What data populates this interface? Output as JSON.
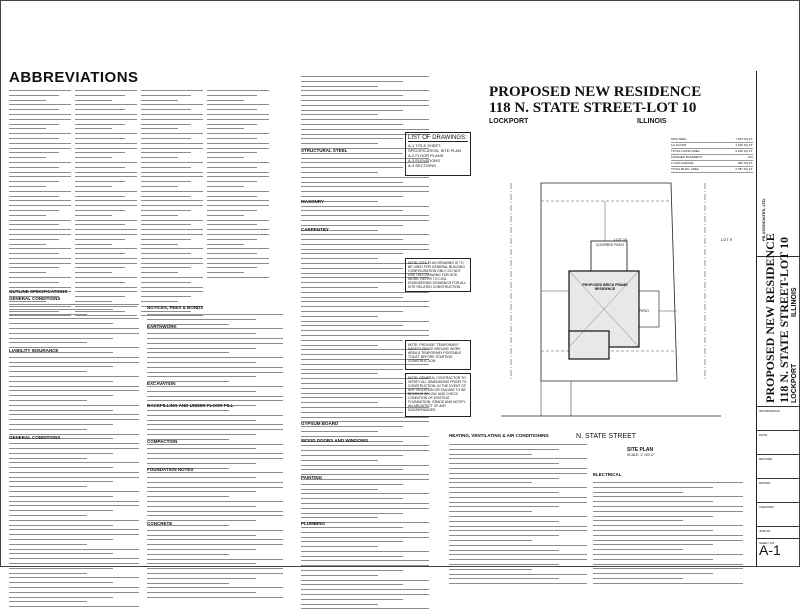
{
  "abbreviations": {
    "title": "ABBREVIATIONS"
  },
  "sections": {
    "outline_specs": "OUTLINE SPECIFICATIONS",
    "general_conditions": "GENERAL CONDITIONS",
    "liability_insurance": "LIABILITY INSURANCE",
    "general_conditions_2": "GENERAL CONDITIONS",
    "notices": "NOTICES, FEES & BONDS",
    "earthwork": "EARTHWORK",
    "excavation": "EXCAVATION",
    "backfilling": "BACKFILLING AND UNDER FLOOR FILL",
    "compaction": "COMPACTION",
    "foundation_notes": "FOUNDATION NOTES",
    "concrete": "CONCRETE",
    "structural_steel": "STRUCTURAL STEEL",
    "masonry": "MASONRY",
    "carpentry": "CARPENTRY",
    "gypsum_board": "GYPSUM BOARD",
    "wood_doors": "WOOD DOORS AND WINDOWS",
    "painting": "PAINTING",
    "plumbing": "PLUMBING",
    "hvac": "HEATING, VENTILATING & AIR CONDITIONING",
    "electrical": "ELECTRICAL"
  },
  "project": {
    "title_line1": "PROPOSED NEW RESIDENCE",
    "title_line2": "118 N. STATE STREET-LOT 10",
    "city": "LOCKPORT",
    "state": "ILLINOIS"
  },
  "drawings_list": {
    "heading": "LIST OF DRAWINGS:",
    "items": [
      "A-1  TITLE SHEET, SPECIFICATION, SITE PLAN",
      "A-2  FLOOR PLANS",
      "A-3  ELEVATIONS",
      "A-4  SECTIONS"
    ]
  },
  "notes": {
    "plan_note": "NOTE: SITE PLAN DRAWING IS TO BE USED FOR GENERAL BUILDING CONFIGURATION ONLY. DO NOT USE THIS DRAWING FOR SITE WORK. REFER TO CIVIL ENGINEERING DRAWINGS FOR ALL SITE RELATED CONSTRUCTION.",
    "fence_note": "NOTE: PROVIDE \"TEMPORARY\" SAFETY FENCE AROUND WORK AREA & TEMPORARY PORTABLE TOILET BEFORE STARTING CONSTRUCTION.",
    "contractor_note": "NOTE: GENERAL CONTRACTOR TO VERIFY ALL DIMENSIONS PRIOR TO CONSTRUCTION, IN THE EVENT OF ANY VIOLATION OR FAILURE TO BE BEARING BELOW, AND CHECK CONDITION OF EXISTING FOUNDATION, GRADE AND NOTIFY AN ARCHITECT OF ANY DISCREPANCIES."
  },
  "site_plan": {
    "street": "N. STATE STREET",
    "label": "SITE PLAN",
    "scale": "SCALE: 1\"=20'-0\"",
    "lot_left": "LOT 10",
    "lot_right": "LOT 9",
    "proposed_building": "PROPOSED BRICK FRAME RESIDENCE",
    "covered_patio": "COVERED PATIO",
    "patio": "PATIO"
  },
  "site_data": {
    "rows": [
      [
        "SITE AREA",
        "7,543 SQ.FT."
      ],
      [
        "1st FLOOR",
        "1,196 SQ.FT."
      ],
      [
        "TOTAL LIVING AREA",
        "2,226 SQ.FT."
      ],
      [
        "FINISHED BASEMENT",
        "N/A"
      ],
      [
        "2 CAR GARAGE",
        "480 SQ.FT."
      ],
      [
        "TOTAL BLDG. AREA",
        "2,787 SQ.FT."
      ]
    ]
  },
  "titleblock": {
    "firm_name": "PB ASSOCIATES, LTD.",
    "project_line1": "PROPOSED NEW RESIDENCE",
    "project_line2": "118 N. STATE STREET-LOT 10",
    "city": "LOCKPORT",
    "state": "ILLINOIS",
    "information": "INFORMATION",
    "date_label": "DATE:",
    "revised_label": "REVISED:",
    "drawn_label": "DRAWN:",
    "checked_label": "CHECKED:",
    "job_label": "JOB NO.",
    "sheet_label": "SHEET NO.",
    "sheet_number": "A-1"
  }
}
